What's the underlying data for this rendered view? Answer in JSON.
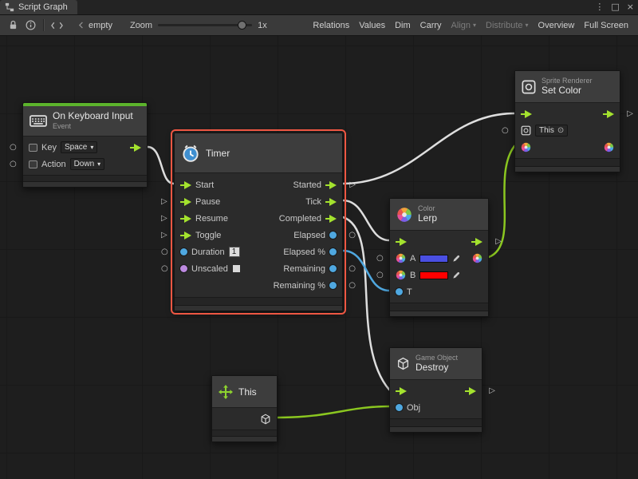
{
  "window": {
    "tab": "Script Graph",
    "menu_icon": "⋮",
    "maximize_icon": "□",
    "close_icon": "×"
  },
  "toolbar": {
    "graph_name": "empty",
    "zoom_label": "Zoom",
    "zoom_value": "1x",
    "relations": "Relations",
    "values": "Values",
    "dim": "Dim",
    "carry": "Carry",
    "align": "Align",
    "distribute": "Distribute",
    "overview": "Overview",
    "fullscreen": "Full Screen"
  },
  "nodes": {
    "keyboard": {
      "title": "On Keyboard Input",
      "subtitle": "Event",
      "key_label": "Key",
      "key_value": "Space",
      "action_label": "Action",
      "action_value": "Down"
    },
    "timer": {
      "title": "Timer",
      "in0": "Start",
      "in1": "Pause",
      "in2": "Resume",
      "in3": "Toggle",
      "in4": "Duration",
      "in5": "Unscaled",
      "duration_value": "1",
      "out0": "Started",
      "out1": "Tick",
      "out2": "Completed",
      "out3": "Elapsed",
      "out4": "Elapsed %",
      "out5": "Remaining",
      "out6": "Remaining %"
    },
    "lerp": {
      "category": "Color",
      "title": "Lerp",
      "a": "A",
      "b": "B",
      "t": "T"
    },
    "sprite": {
      "category": "Sprite Renderer",
      "title": "Set Color",
      "target": "This",
      "target_icon": "⊙"
    },
    "self": {
      "title": "This"
    },
    "destroy": {
      "category": "Game Object",
      "title": "Destroy",
      "obj": "Obj"
    }
  },
  "markers": {
    "flow": "▷",
    "value": "○"
  },
  "colors": {
    "flow": "#a4e22e",
    "blue": "#4fa8e0",
    "purple": "#bd8ae0",
    "wiregreen": "#8bc720",
    "wirewhite": "#dedede",
    "select": "#ee5743",
    "event": "#5cb42c",
    "swatcha": "#4a4fe2",
    "swatchb": "#ff0000"
  }
}
